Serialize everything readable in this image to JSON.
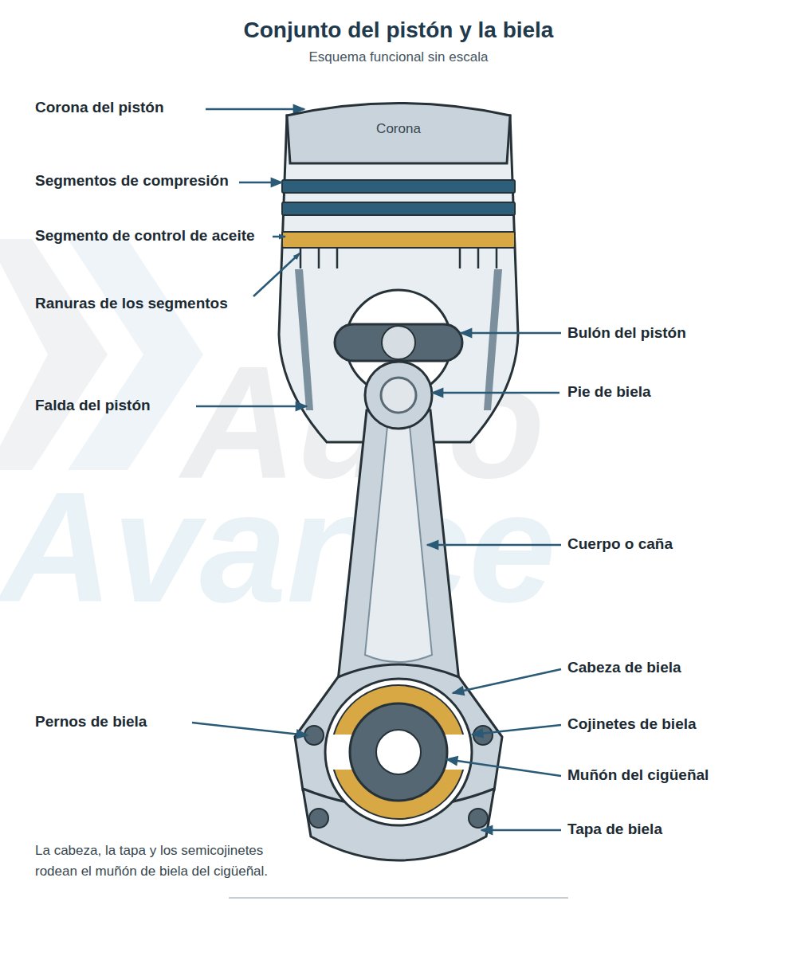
{
  "diagram": {
    "title": "Conjunto del pistón y la biela",
    "caption": "La cabeza, la tapa y los semicojinetes rodean el muñón de biela del cigüeñal.",
    "nodes": [
      {
        "text": [
          "Corona"
        ]
      }
    ],
    "labels": [
      "Esquema funcional sin escala",
      "Corona del pistón",
      "Segmentos de compresión",
      "Segmento de control de aceite",
      "Ranuras de los segmentos",
      "Falda del pistón",
      "Pernos de biela",
      "Bulón del pistón",
      "Pie de biela",
      "Cuerpo o caña",
      "Cabeza de biela",
      "Cojinetes de biela",
      "Muñón del cigüeñal",
      "Tapa de biela",
      "Auto",
      "Avance"
    ]
  }
}
